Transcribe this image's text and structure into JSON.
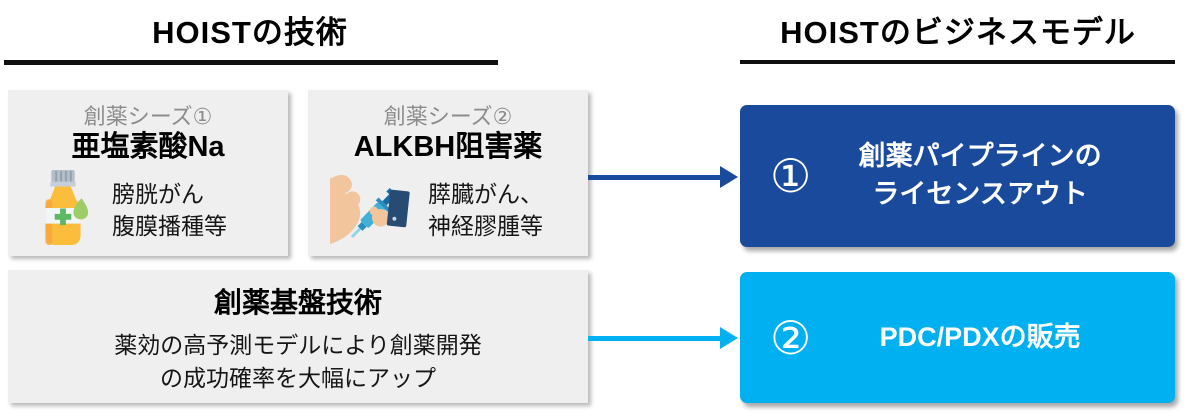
{
  "colors": {
    "dark_blue": "#1a4a9c",
    "light_blue": "#00b0f0",
    "box_gray": "#efefef",
    "label_gray": "#8c8c8c"
  },
  "left": {
    "title": "HOISTの技術",
    "seeds": [
      {
        "label": "創薬シーズ①",
        "name": "亜塩素酸Na",
        "icon": "medicine-bottle-icon",
        "indications": [
          "膀胱がん",
          "腹膜播種等"
        ]
      },
      {
        "label": "創薬シーズ②",
        "name": "ALKBH阻害薬",
        "icon": "abdominal-injection-icon",
        "indications": [
          "膵臓がん、",
          "神経膠腫等"
        ]
      }
    ],
    "platform": {
      "title": "創薬基盤技術",
      "description_lines": [
        "薬効の高予測モデルにより創薬開発",
        "の成功確率を大幅にアップ"
      ]
    }
  },
  "right": {
    "title": "HOISTのビジネスモデル",
    "models": [
      {
        "number": "①",
        "lines": [
          "創薬パイプラインの",
          "ライセンスアウト"
        ]
      },
      {
        "number": "②",
        "lines": [
          "PDC/PDXの販売"
        ]
      }
    ]
  }
}
